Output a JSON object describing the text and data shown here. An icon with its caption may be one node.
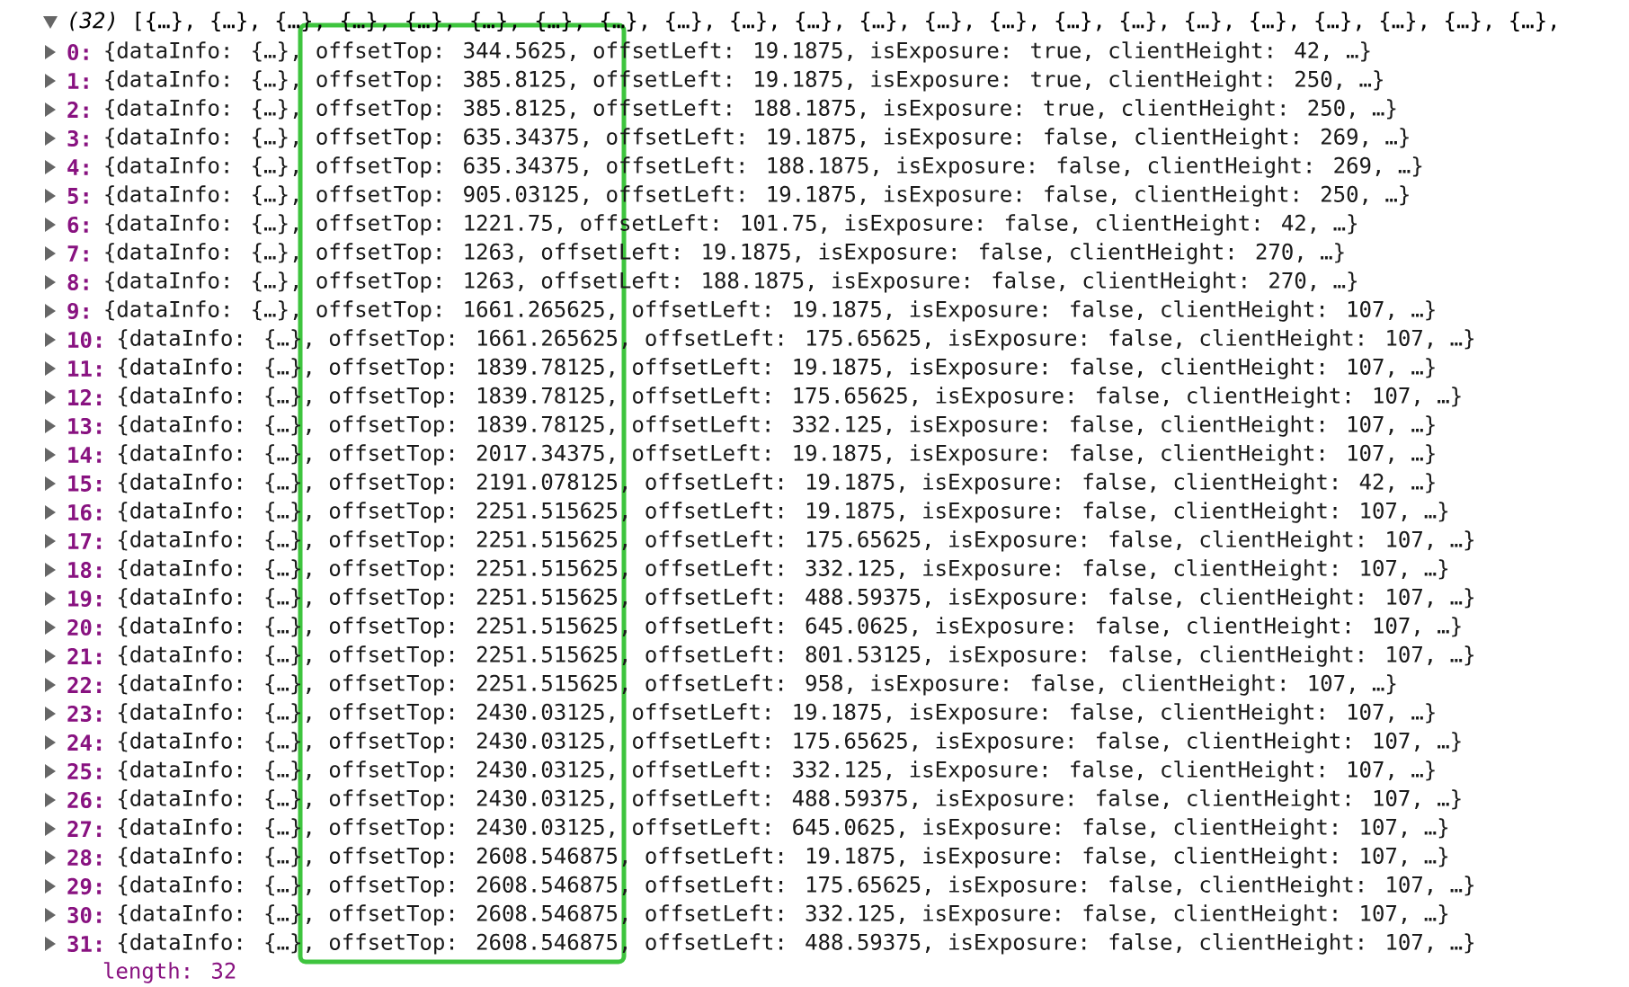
{
  "diagram": {
    "labels": [
      "*(32)* [{…}, {…}, {…}, {…}, {…}, {…}, {…}, {…}, {…}, {…}, {…}, {…}, {…}, {…}, {…}, {…}, {…}, {…}, {…}, {…}, {…}, {…},",
      "0:",
      "{dataInfo: {…}, offsetTop: 344.5625, offsetLeft: 19.1875, isExposure: true, clientHeight: 42, …}",
      "1:",
      "{dataInfo: {…}, offsetTop: 385.8125, offsetLeft: 19.1875, isExposure: true, clientHeight: 250, …}",
      "2:",
      "{dataInfo: {…}, offsetTop: 385.8125, offsetLeft: 188.1875, isExposure: true, clientHeight: 250, …}",
      "3:",
      "{dataInfo: {…}, offsetTop: 635.34375, offsetLeft: 19.1875, isExposure: false, clientHeight: 269, …}",
      "4:",
      "{dataInfo: {…}, offsetTop: 635.34375, offsetLeft: 188.1875, isExposure: false, clientHeight: 269, …}",
      "5:",
      "{dataInfo: {…}, offsetTop: 905.03125, offsetLeft: 19.1875, isExposure: false, clientHeight: 250, …}",
      "6:",
      "{dataInfo: {…}, offsetTop: 1221.75, offsetLeft: 101.75, isExposure: false, clientHeight: 42, …}",
      "7:",
      "{dataInfo: {…}, offsetTop: 1263, offsetLeft: 19.1875, isExposure: false, clientHeight: 270, …}",
      "8:",
      "{dataInfo: {…}, offsetTop: 1263, offsetLeft: 188.1875, isExposure: false, clientHeight: 270, …}",
      "9:",
      "{dataInfo: {…}, offsetTop: 1661.265625, offsetLeft: 19.1875, isExposure: false, clientHeight: 107, …}",
      "10:",
      "{dataInfo: {…}, offsetTop: 1661.265625, offsetLeft: 175.65625, isExposure: false, clientHeight: 107, …}",
      "11:",
      "{dataInfo: {…}, offsetTop: 1839.78125, offsetLeft: 19.1875, isExposure: false, clientHeight: 107, …}",
      "12:",
      "{dataInfo: {…}, offsetTop: 1839.78125, offsetLeft: 175.65625, isExposure: false, clientHeight: 107, …}",
      "13:",
      "{dataInfo: {…}, offsetTop: 1839.78125, offsetLeft: 332.125, isExposure: false, clientHeight: 107, …}",
      "14:",
      "{dataInfo: {…}, offsetTop: 2017.34375, offsetLeft: 19.1875, isExposure: false, clientHeight: 107, …}",
      "15:",
      "{dataInfo: {…}, offsetTop: 2191.078125, offsetLeft: 19.1875, isExposure: false, clientHeight: 42, …}",
      "16:",
      "{dataInfo: {…}, offsetTop: 2251.515625, offsetLeft: 19.1875, isExposure: false, clientHeight: 107, …}",
      "17:",
      "{dataInfo: {…}, offsetTop: 2251.515625, offsetLeft: 175.65625, isExposure: false, clientHeight: 107, …}",
      "18:",
      "{dataInfo: {…}, offsetTop: 2251.515625, offsetLeft: 332.125, isExposure: false, clientHeight: 107, …}",
      "19:",
      "{dataInfo: {…}, offsetTop: 2251.515625, offsetLeft: 488.59375, isExposure: false, clientHeight: 107, …}",
      "20:",
      "{dataInfo: {…}, offsetTop: 2251.515625, offsetLeft: 645.0625, isExposure: false, clientHeight: 107, …}",
      "21:",
      "{dataInfo: {…}, offsetTop: 2251.515625, offsetLeft: 801.53125, isExposure: false, clientHeight: 107, …}",
      "22:",
      "{dataInfo: {…}, offsetTop: 2251.515625, offsetLeft: 958, isExposure: false, clientHeight: 107, …}",
      "23:",
      "{dataInfo: {…}, offsetTop: 2430.03125, offsetLeft: 19.1875, isExposure: false, clientHeight: 107, …}",
      "24:",
      "{dataInfo: {…}, offsetTop: 2430.03125, offsetLeft: 175.65625, isExposure: false, clientHeight: 107, …}",
      "25:",
      "{dataInfo: {…}, offsetTop: 2430.03125, offsetLeft: 332.125, isExposure: false, clientHeight: 107, …}",
      "26:",
      "{dataInfo: {…}, offsetTop: 2430.03125, offsetLeft: 488.59375, isExposure: false, clientHeight: 107, …}",
      "27:",
      "{dataInfo: {…}, offsetTop: 2430.03125, offsetLeft: 645.0625, isExposure: false, clientHeight: 107, …}",
      "28:",
      "{dataInfo: {…}, offsetTop: 2608.546875, offsetLeft: 19.1875, isExposure: false, clientHeight: 107, …}",
      "29:",
      "{dataInfo: {…}, offsetTop: 2608.546875, offsetLeft: 175.65625, isExposure: false, clientHeight: 107, …}",
      "30:",
      "{dataInfo: {…}, offsetTop: 2608.546875, offsetLeft: 332.125, isExposure: false, clientHeight: 107, …}",
      "31:",
      "{dataInfo: {…}, offsetTop: 2608.546875, offsetLeft: 488.59375, isExposure: false, clientHeight: 107, …}",
      "length: 32"
    ]
  }
}
